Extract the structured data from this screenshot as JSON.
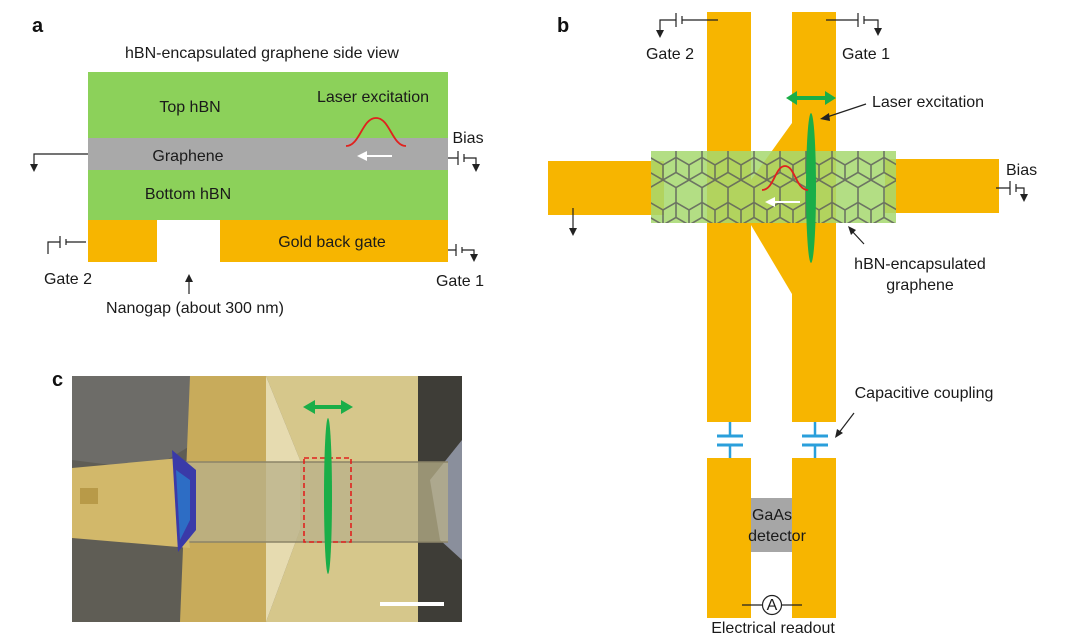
{
  "panels": {
    "a": {
      "letter": "a",
      "title": "hBN-encapsulated graphene side view",
      "layers": {
        "top_hbn": "Top hBN",
        "graphene": "Graphene",
        "bottom_hbn": "Bottom hBN",
        "gold_back_gate": "Gold back gate"
      },
      "laser_label": "Laser excitation",
      "bias_label": "Bias",
      "gate2_label": "Gate 2",
      "gate1_label": "Gate 1",
      "nanogap_label": "Nanogap (about 300 nm)"
    },
    "b": {
      "letter": "b",
      "gate2_label": "Gate 2",
      "gate1_label": "Gate 1",
      "laser_label": "Laser excitation",
      "bias_label": "Bias",
      "hbn_label_line1": "hBN-encapsulated",
      "hbn_label_line2": "graphene",
      "coupling_label": "Capacitive coupling",
      "detector_line1": "GaAs",
      "detector_line2": "detector",
      "ammeter_symbol": "A",
      "readout_label": "Electrical readout"
    },
    "c": {
      "letter": "c"
    }
  },
  "colors": {
    "gold": "#F7B500",
    "hbn_green": "#8CD15A",
    "graphene_gray": "#A9A9A9",
    "laser_green": "#1AAE48",
    "pulse_red": "#E0221E",
    "capacitor_blue": "#2A9FDB",
    "detector_gray": "#A6A6A6"
  }
}
